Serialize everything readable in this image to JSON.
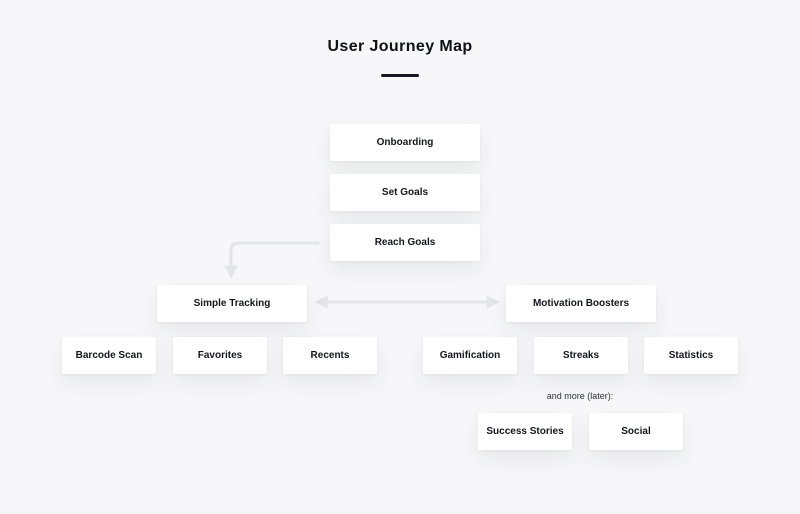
{
  "title": "User Journey Map",
  "flow": {
    "onboarding": "Onboarding",
    "set_goals": "Set Goals",
    "reach_goals": "Reach Goals"
  },
  "branches": {
    "simple_tracking": {
      "label": "Simple Tracking",
      "children": [
        "Barcode Scan",
        "Favorites",
        "Recents"
      ]
    },
    "motivation_boosters": {
      "label": "Motivation Boosters",
      "children": [
        "Gamification",
        "Streaks",
        "Statistics"
      ],
      "later_note": "and more (later):",
      "later": [
        "Success Stories",
        "Social"
      ]
    }
  },
  "colors": {
    "background": "#f7f7f9",
    "card": "#ffffff",
    "text": "#14161c",
    "connector": "#e3e4e8"
  }
}
